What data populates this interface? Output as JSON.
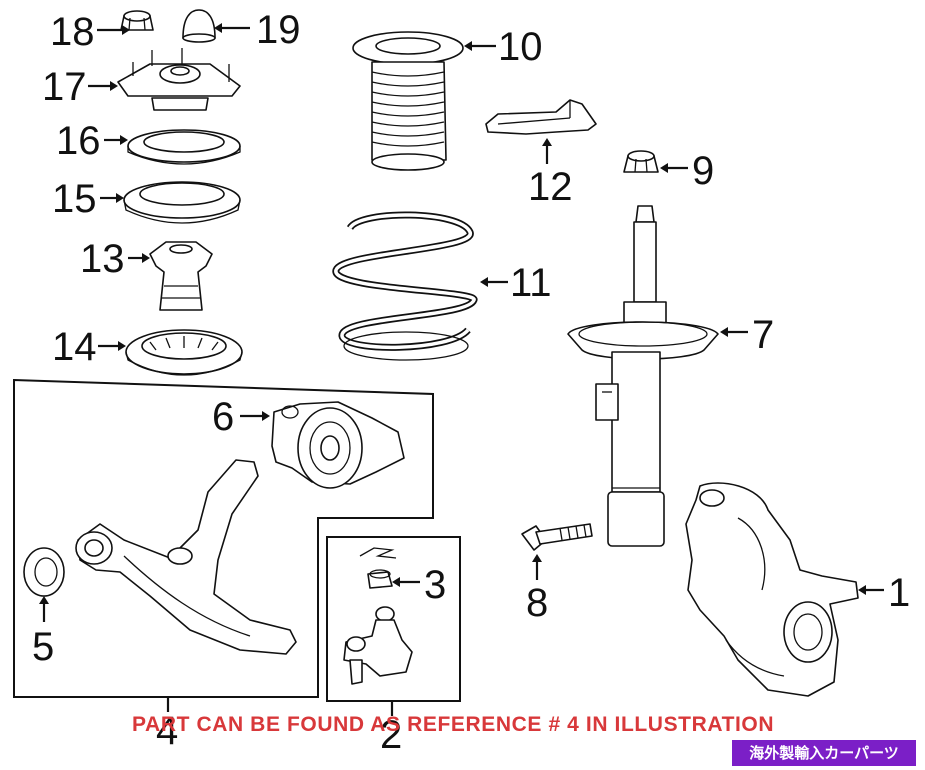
{
  "callouts": [
    {
      "id": "c18",
      "text": "18"
    },
    {
      "id": "c19",
      "text": "19"
    },
    {
      "id": "c17",
      "text": "17"
    },
    {
      "id": "c16",
      "text": "16"
    },
    {
      "id": "c15",
      "text": "15"
    },
    {
      "id": "c13",
      "text": "13"
    },
    {
      "id": "c14",
      "text": "14"
    },
    {
      "id": "c10",
      "text": "10"
    },
    {
      "id": "c11",
      "text": "11"
    },
    {
      "id": "c12",
      "text": "12"
    },
    {
      "id": "c9",
      "text": "9"
    },
    {
      "id": "c7",
      "text": "7"
    },
    {
      "id": "c6",
      "text": "6"
    },
    {
      "id": "c5",
      "text": "5"
    },
    {
      "id": "c4",
      "text": "4"
    },
    {
      "id": "c3",
      "text": "3"
    },
    {
      "id": "c2",
      "text": "2"
    },
    {
      "id": "c8",
      "text": "8"
    },
    {
      "id": "c1",
      "text": "1"
    }
  ],
  "notice": "PART CAN BE FOUND AS REFERENCE # 4 IN ILLUSTRATION",
  "badge": "海外製輸入カーパーツ",
  "colors": {
    "line": "#111111",
    "notice": "#d8383a",
    "badge_bg": "#7b1fc7",
    "badge_text": "#ffffff"
  }
}
